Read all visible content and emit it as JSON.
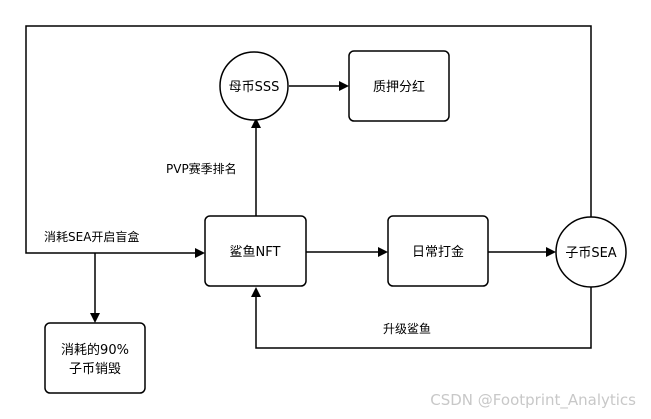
{
  "nodes": {
    "mother_coin": "母币SSS",
    "pledge_dividend": "质押分红",
    "shark_nft": "鲨鱼NFT",
    "daily_gold": "日常打金",
    "child_coin": "子币SEA",
    "burn_line1": "消耗的90%",
    "burn_line2": "子币销毁"
  },
  "edge_labels": {
    "pvp_ranking": "PVP赛季排名",
    "blind_box": "消耗SEA开启盲盒",
    "upgrade": "升级鲨鱼"
  },
  "watermark": "CSDN @Footprint_Analytics"
}
